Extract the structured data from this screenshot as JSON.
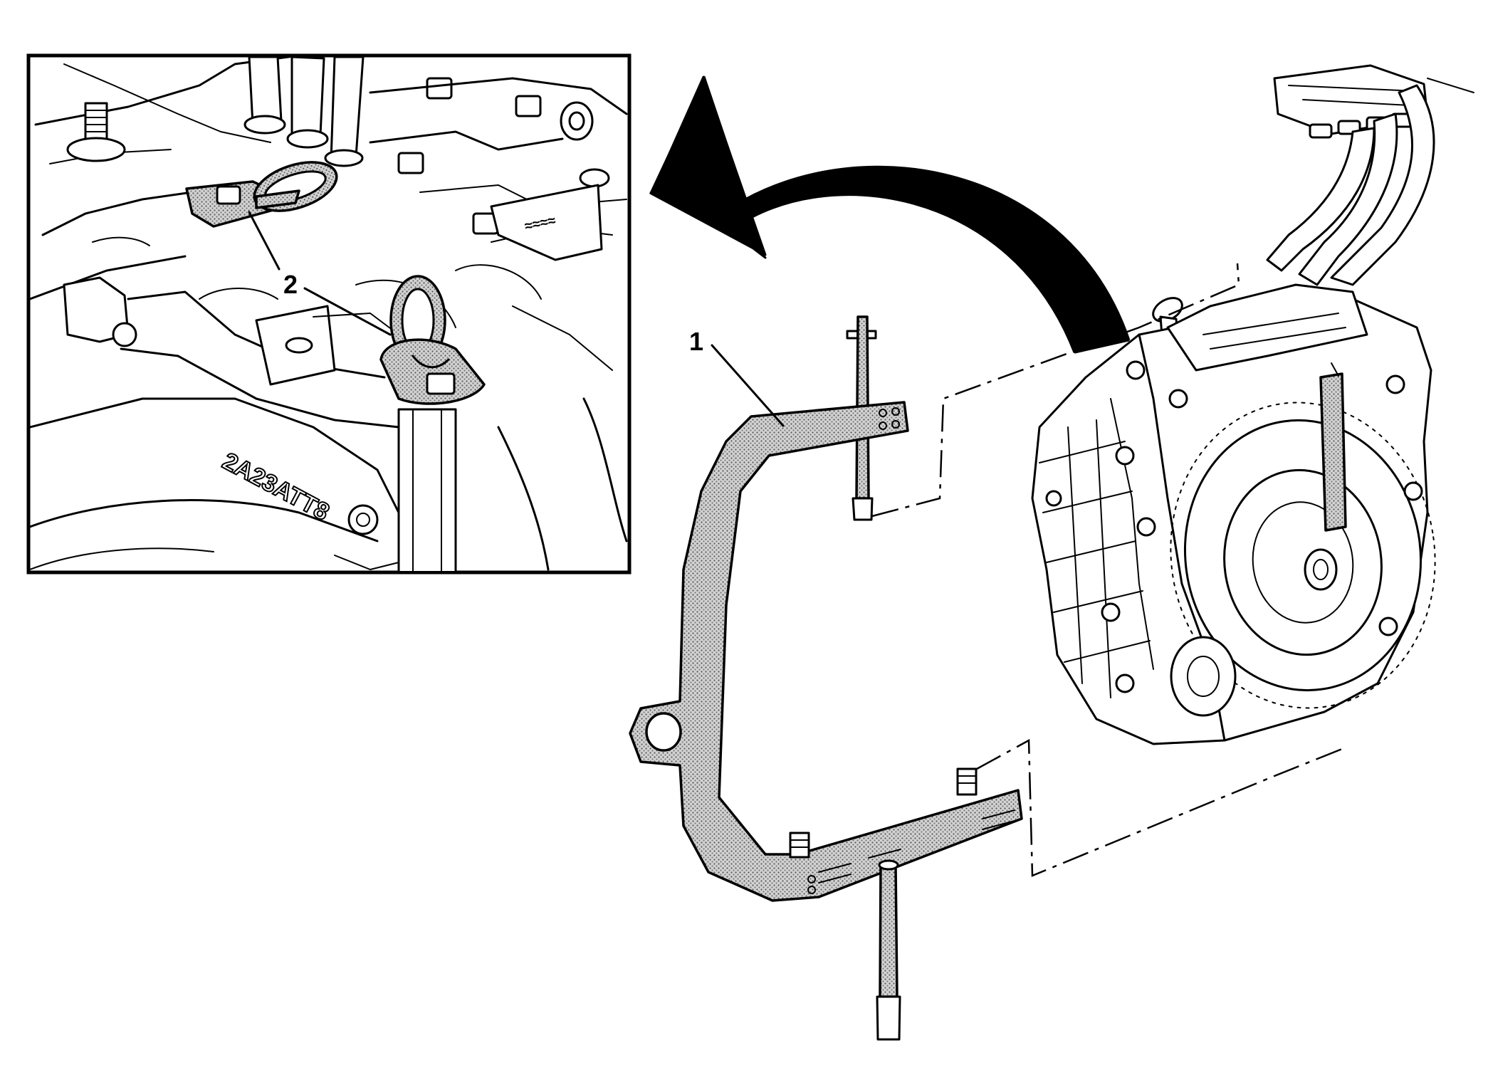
{
  "callouts": {
    "tool": "1",
    "lift_brackets": "2"
  },
  "casting_text": "2A23ATT8",
  "colors": {
    "line": "#000000",
    "background": "#ffffff",
    "stipple": "#9a9a9a"
  }
}
